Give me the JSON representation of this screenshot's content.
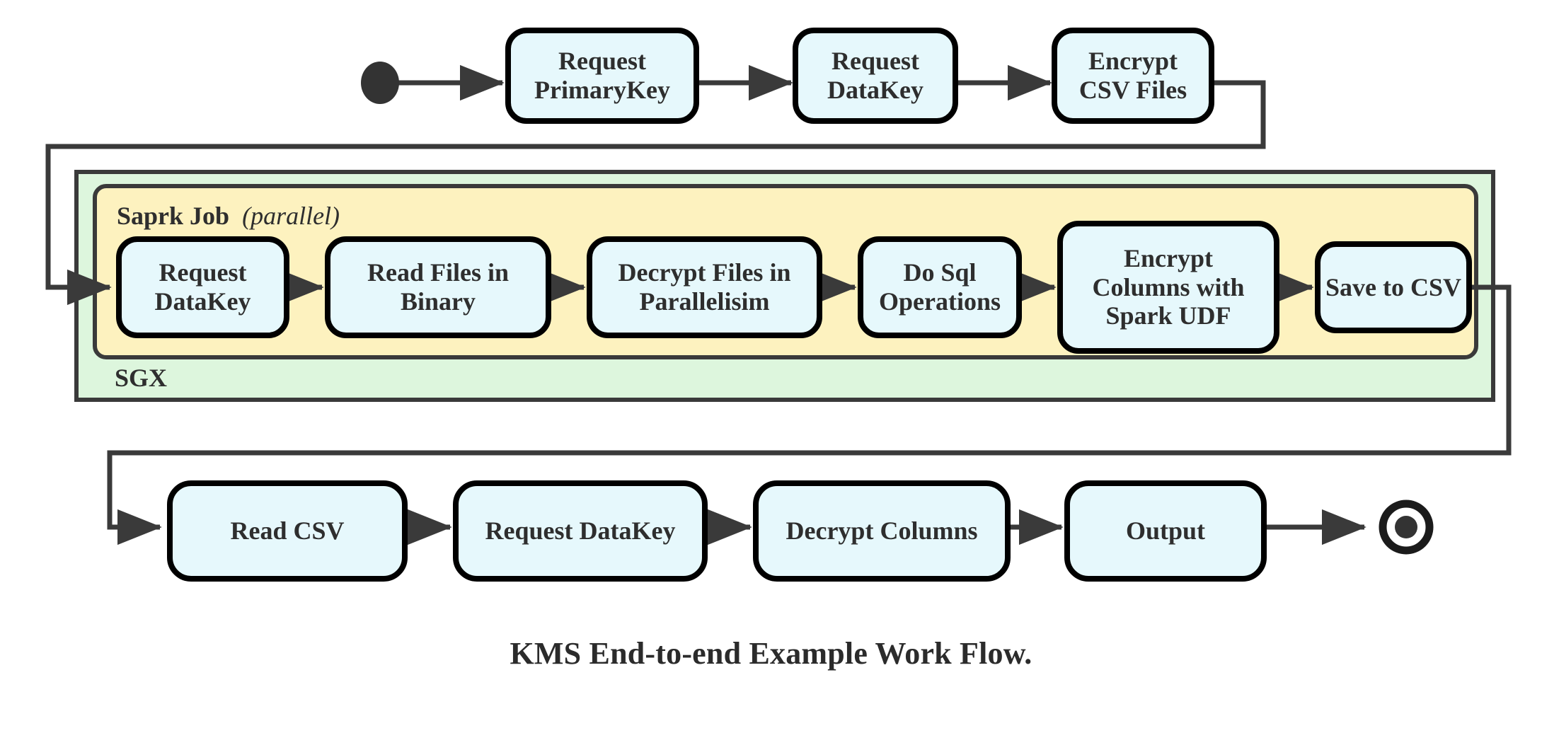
{
  "diagram": {
    "caption": "KMS End-to-end Example Work Flow.",
    "type": "activity-flowchart",
    "colors": {
      "node_fill": "#e6f8fc",
      "node_stroke": "#000000",
      "sgx_fill": "#ddf6dd",
      "sgx_stroke": "#3a3a3a",
      "spark_fill": "#fdf2bf",
      "spark_stroke": "#3a3a3a",
      "connector": "#3a3a3a",
      "text": "#2e2e2e",
      "start_node": "#333333"
    },
    "containers": [
      {
        "name": "sgx-container",
        "label": "SGX",
        "label_position": "bottom-left",
        "fill": "#ddf6dd"
      },
      {
        "name": "spark-job-container",
        "label_main": "Saprk Job",
        "label_modifier": "(parallel)",
        "label_position": "top-left",
        "fill": "#fdf2bf"
      }
    ],
    "start_node": {
      "name": "start-state",
      "shape": "filled-ellipse"
    },
    "end_node": {
      "name": "end-state",
      "shape": "ring-with-dot"
    },
    "lanes": [
      {
        "name": "top-lane",
        "nodes": [
          {
            "id": "request-primarykey",
            "label": "Request\nPrimaryKey"
          },
          {
            "id": "request-datakey-top",
            "label": "Request\nDataKey"
          },
          {
            "id": "encrypt-csv-files",
            "label": "Encrypt\nCSV Files"
          }
        ]
      },
      {
        "name": "spark-lane",
        "nodes": [
          {
            "id": "request-datakey-spark",
            "label": "Request\nDataKey"
          },
          {
            "id": "read-files-in-binary",
            "label": "Read Files in\nBinary"
          },
          {
            "id": "decrypt-files-in-parallelisim",
            "label": "Decrypt Files in\nParallelisim"
          },
          {
            "id": "do-sql-operations",
            "label": "Do Sql\nOperations"
          },
          {
            "id": "encrypt-columns-with-spark-udf",
            "label": "Encrypt\nColumns with\nSpark UDF"
          },
          {
            "id": "save-to-csv",
            "label": "Save to CSV"
          }
        ]
      },
      {
        "name": "bottom-lane",
        "nodes": [
          {
            "id": "read-csv",
            "label": "Read CSV"
          },
          {
            "id": "request-datakey-bottom",
            "label": "Request DataKey"
          },
          {
            "id": "decrypt-columns",
            "label": "Decrypt Columns"
          },
          {
            "id": "output",
            "label": "Output"
          }
        ]
      }
    ],
    "edges": [
      {
        "from": "start-state",
        "to": "request-primarykey"
      },
      {
        "from": "request-primarykey",
        "to": "request-datakey-top"
      },
      {
        "from": "request-datakey-top",
        "to": "encrypt-csv-files"
      },
      {
        "from": "encrypt-csv-files",
        "to": "request-datakey-spark",
        "routing": "right-down-left-down-right"
      },
      {
        "from": "request-datakey-spark",
        "to": "read-files-in-binary"
      },
      {
        "from": "read-files-in-binary",
        "to": "decrypt-files-in-parallelisim"
      },
      {
        "from": "decrypt-files-in-parallelisim",
        "to": "do-sql-operations"
      },
      {
        "from": "do-sql-operations",
        "to": "encrypt-columns-with-spark-udf"
      },
      {
        "from": "encrypt-columns-with-spark-udf",
        "to": "save-to-csv"
      },
      {
        "from": "save-to-csv",
        "to": "read-csv",
        "routing": "right-down-left-down-right"
      },
      {
        "from": "read-csv",
        "to": "request-datakey-bottom"
      },
      {
        "from": "request-datakey-bottom",
        "to": "decrypt-columns"
      },
      {
        "from": "decrypt-columns",
        "to": "output"
      },
      {
        "from": "output",
        "to": "end-state"
      }
    ]
  }
}
